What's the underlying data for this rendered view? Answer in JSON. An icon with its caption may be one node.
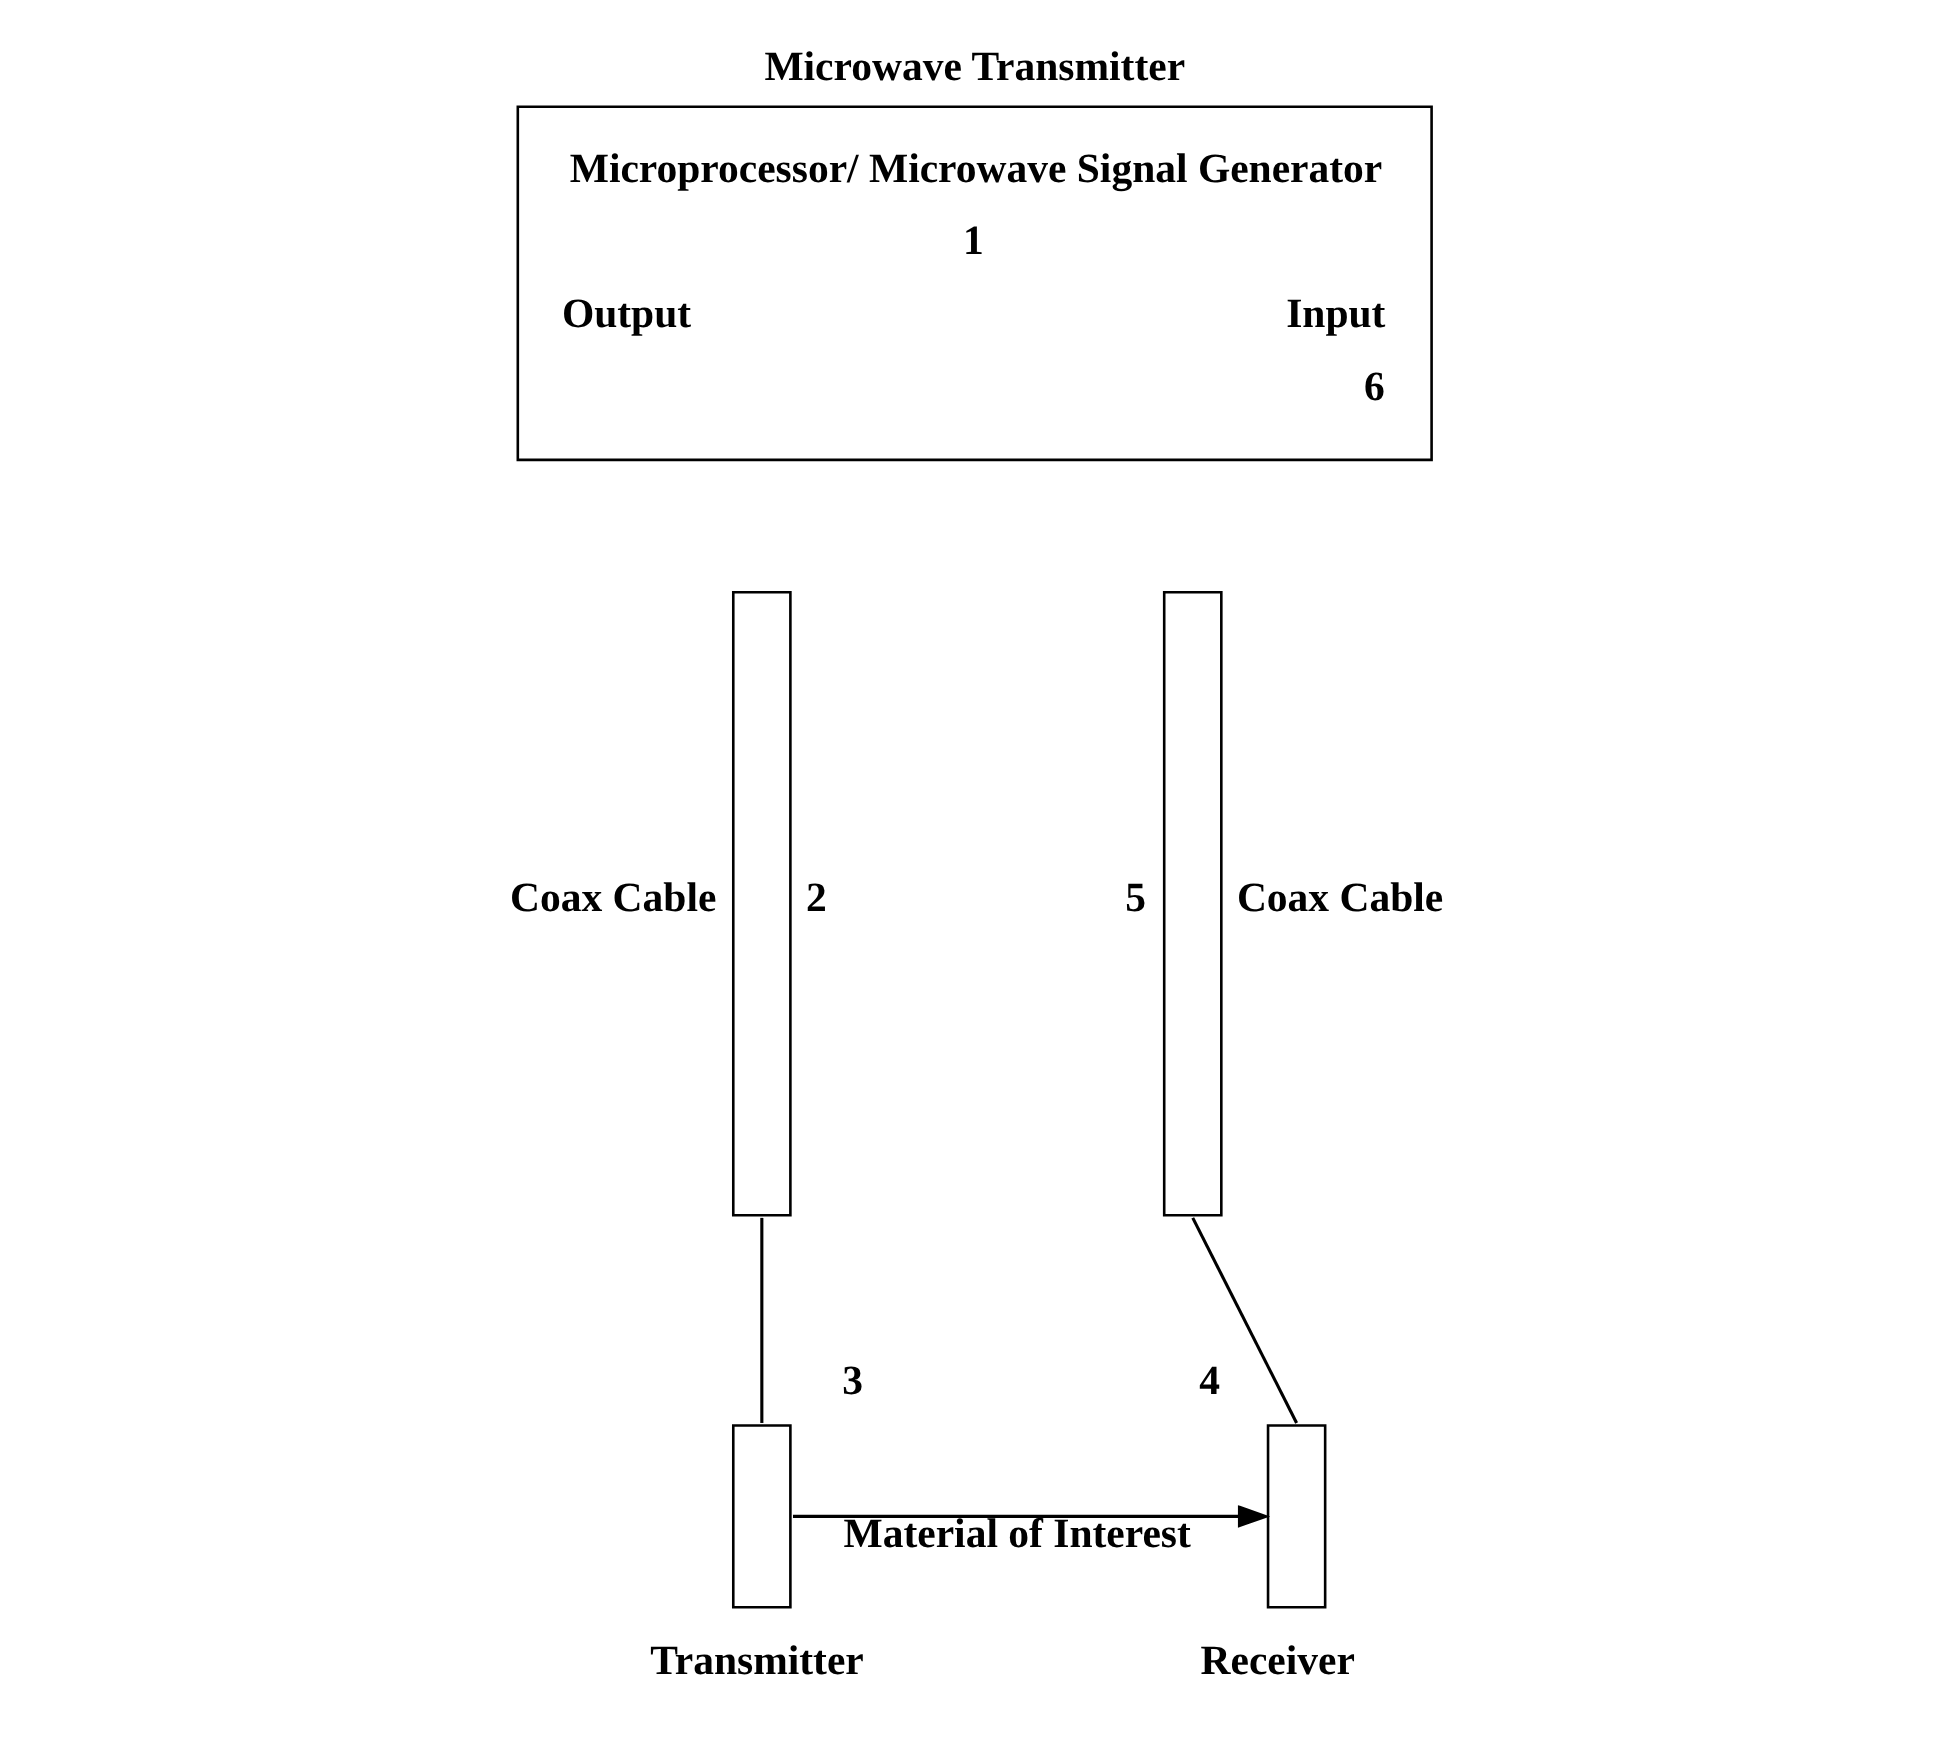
{
  "diagram": {
    "nodes": [
      {
        "text": [
          "Microwave Transmitter",
          "Microprocessor/ Microwave Signal Generator",
          "1",
          "Output",
          "Input",
          "6"
        ]
      },
      {
        "text": [],
        "shape": "box",
        "beside": [
          "Coax Cable",
          "2"
        ]
      },
      {
        "text": [],
        "shape": "box",
        "beside": [
          "5",
          "Coax Cable"
        ]
      },
      {
        "text": [],
        "shape": "box",
        "beside": [
          "3",
          "Transmitter"
        ]
      },
      {
        "text": [],
        "shape": "box",
        "beside": [
          "4",
          "Receiver"
        ]
      }
    ],
    "edges": [
      {
        "from": 1,
        "to": 3,
        "arrow": "none"
      },
      {
        "from": 3,
        "to": 4,
        "arrow": "to",
        "label": "Material of Interest"
      },
      {
        "from": 4,
        "to": 2,
        "arrow": "none"
      }
    ]
  }
}
